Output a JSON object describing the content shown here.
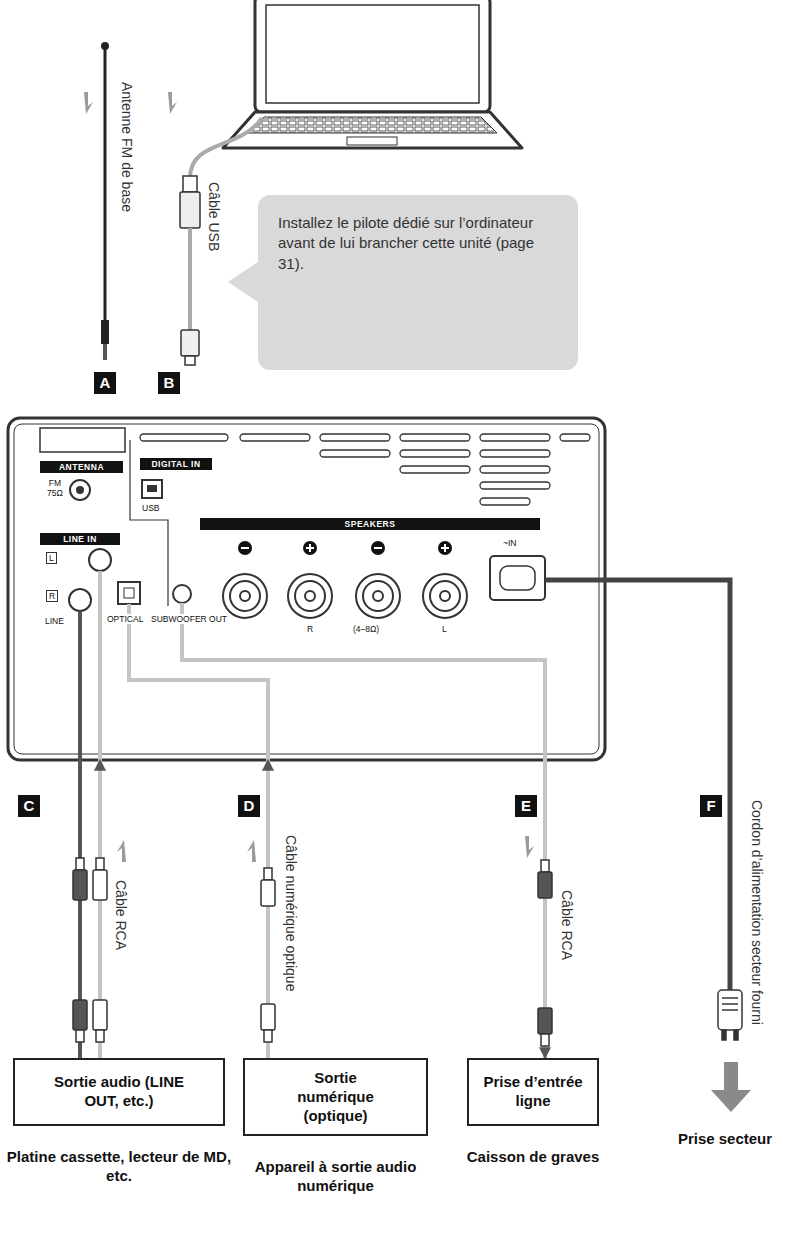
{
  "diagram": {
    "nodes": [
      {
        "text": [
          "Installez le pilote dédié sur l’ordinateur avant de lui brancher cette unité (page 31)."
        ]
      },
      {
        "text": [
          "ANTENNA",
          "FM 75Ω",
          "DIGITAL IN",
          "USB",
          "LINE IN",
          "L",
          "R",
          "LINE",
          "OPTICAL",
          "SUBWOOFER OUT",
          "SPEAKERS",
          "R",
          "(4–8Ω)",
          "L",
          "~IN"
        ]
      },
      {
        "text": [
          "Sortie audio (LINE OUT, etc.)",
          "Platine cassette, lecteur de MD, etc."
        ]
      },
      {
        "text": [
          "Sortie numérique (optique)",
          "Appareil à sortie audio numérique"
        ]
      },
      {
        "text": [
          "Prise d’entrée ligne",
          "Caisson de graves"
        ]
      }
    ],
    "edges": [
      {
        "from": 2,
        "to": 1,
        "arrow": "to"
      },
      {
        "from": 3,
        "to": 1,
        "arrow": "to"
      },
      {
        "from": 1,
        "to": 4,
        "arrow": "to"
      }
    ],
    "labels": [
      "A",
      "Antenne FM de base",
      "B",
      "Câble USB",
      "C",
      "Câble RCA",
      "D",
      "Câble numérique optique",
      "E",
      "Câble RCA",
      "F",
      "Cordon d’alimentation secteur fourni",
      "Prise secteur"
    ]
  }
}
